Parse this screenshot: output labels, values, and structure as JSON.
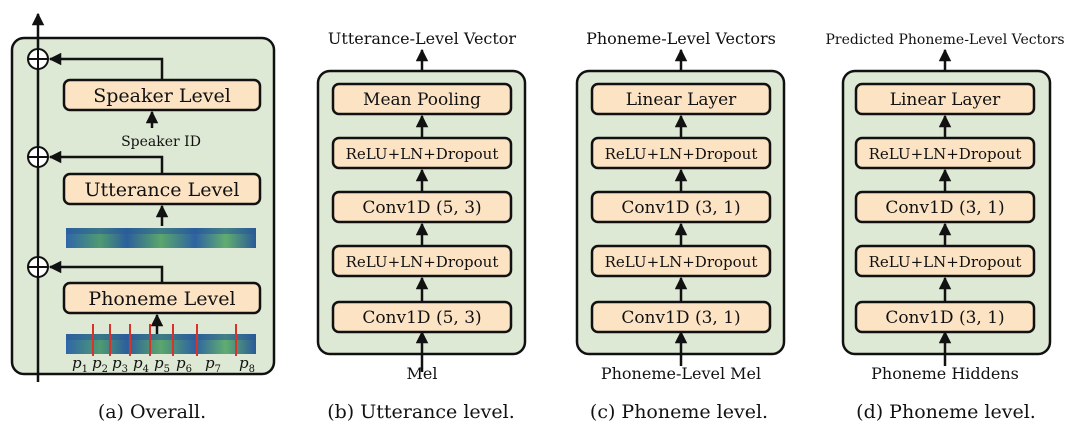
{
  "colors": {
    "panel_fill": "#dde9d4",
    "box_fill": "#fbe3c4",
    "stroke": "#111111",
    "mel_blue": "#2f66a8",
    "mel_green": "#57a86a",
    "divider_red": "#d8322a"
  },
  "panel_a": {
    "caption": "(a) Overall.",
    "speaker_level": "Speaker Level",
    "utterance_level": "Utterance Level",
    "phoneme_level": "Phoneme Level",
    "speaker_id": "Speaker ID",
    "phoneme_labels": [
      {
        "base": "p",
        "sub": "1"
      },
      {
        "base": "p",
        "sub": "2"
      },
      {
        "base": "p",
        "sub": "3"
      },
      {
        "base": "p",
        "sub": "4"
      },
      {
        "base": "p",
        "sub": "5"
      },
      {
        "base": "p",
        "sub": "6"
      },
      {
        "base": "p",
        "sub": "7"
      },
      {
        "base": "p",
        "sub": "8"
      }
    ],
    "add_icon": "circled-plus-icon",
    "mel_icon": "mel-spectrogram-icon"
  },
  "panel_b": {
    "caption": "(b) Utterance level.",
    "output_label": "Utterance-Level Vector",
    "input_label": "Mel",
    "layers": [
      "Mean Pooling",
      "ReLU+LN+Dropout",
      "Conv1D (5, 3)",
      "ReLU+LN+Dropout",
      "Conv1D (5, 3)"
    ]
  },
  "panel_c": {
    "caption": "(c) Phoneme level.",
    "output_label": "Phoneme-Level Vectors",
    "input_label": "Phoneme-Level Mel",
    "layers": [
      "Linear Layer",
      "ReLU+LN+Dropout",
      "Conv1D (3, 1)",
      "ReLU+LN+Dropout",
      "Conv1D (3, 1)"
    ]
  },
  "panel_d": {
    "caption": "(d) Phoneme level.",
    "output_label": "Predicted Phoneme-Level Vectors",
    "input_label": "Phoneme Hiddens",
    "layers": [
      "Linear Layer",
      "ReLU+LN+Dropout",
      "Conv1D (3, 1)",
      "ReLU+LN+Dropout",
      "Conv1D (3, 1)"
    ]
  }
}
